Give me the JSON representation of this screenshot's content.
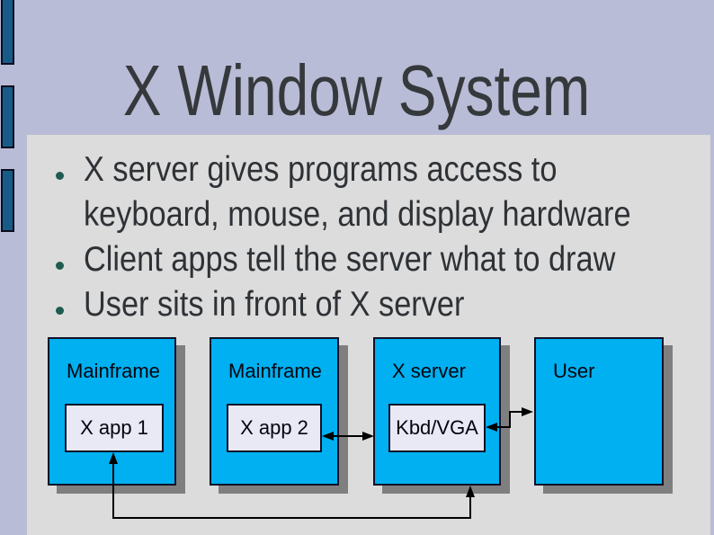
{
  "slide": {
    "title": "X Window System",
    "bullets": [
      {
        "lines": [
          "X server gives programs access to",
          "keyboard, mouse, and display hardware"
        ]
      },
      {
        "lines": [
          "Client apps tell the server what to draw"
        ]
      },
      {
        "lines": [
          "User sits in front of X server"
        ]
      }
    ]
  },
  "diagram": {
    "boxes": [
      {
        "label": "Mainframe",
        "inner": "X app 1"
      },
      {
        "label": "Mainframe",
        "inner": "X app 2"
      },
      {
        "label": "X server",
        "inner": "Kbd/VGA"
      },
      {
        "label": "User"
      }
    ],
    "connections": [
      {
        "from": "X app 2",
        "to": "X server",
        "style": "double-arrow-horizontal"
      },
      {
        "from": "Kbd/VGA",
        "to": "User",
        "style": "double-arrow-step"
      },
      {
        "from": "X app 1",
        "to": "X server",
        "style": "double-arrow-bottom-route"
      }
    ]
  },
  "colors": {
    "background": "#b9bcd6",
    "content-bg": "#dcdcdc",
    "box-fill": "#00b0f0",
    "box-border": "#101028",
    "inner-fill": "#e9e9f6",
    "shadow": "#7f7f7f",
    "strip-fill": "#175c87",
    "strip-border": "#0d0d20",
    "title-color": "#35393c",
    "text-color": "#2e3236",
    "bullet-color": "#1f5c50",
    "arrow-color": "#000000"
  }
}
